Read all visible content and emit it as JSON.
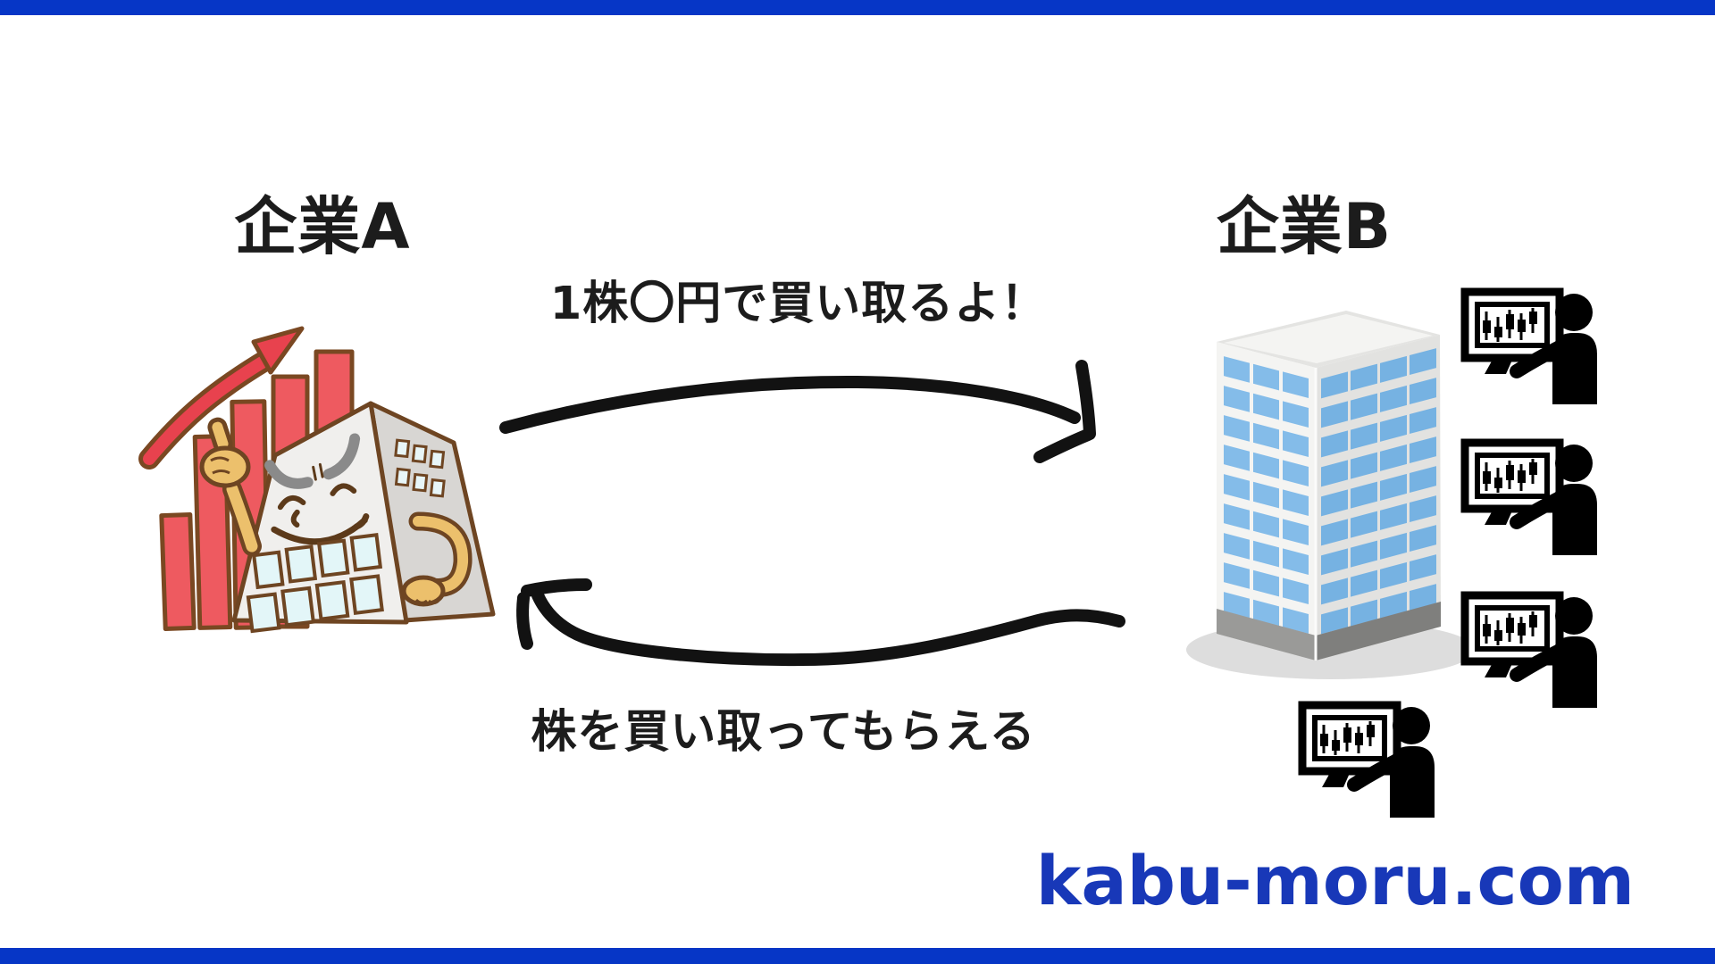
{
  "page": {
    "language": "ja",
    "accent_bar_color": "#0636c6",
    "background_color": "#ffffff"
  },
  "companies": {
    "a": {
      "label": "企業A"
    },
    "b": {
      "label": "企業B"
    }
  },
  "flows": {
    "offer_label": "1株〇円で買い取るよ！",
    "return_label": "株を買い取ってもらえる"
  },
  "watermark": {
    "text": "kabu-moru.com",
    "color": "#1838b8"
  },
  "icons": {
    "company_a": "rising-stock-building-mascot-icon",
    "company_b": "office-building-icon",
    "shareholder": "trader-at-monitor-icon",
    "shareholder_count": 4,
    "arrows": [
      "offer-arrow-right",
      "return-arrow-left"
    ]
  },
  "colors": {
    "mascot_red": "#ee5a60",
    "mascot_outline": "#7a4822",
    "building_window_blue": "#84bce9",
    "arrow_black": "#121212"
  }
}
